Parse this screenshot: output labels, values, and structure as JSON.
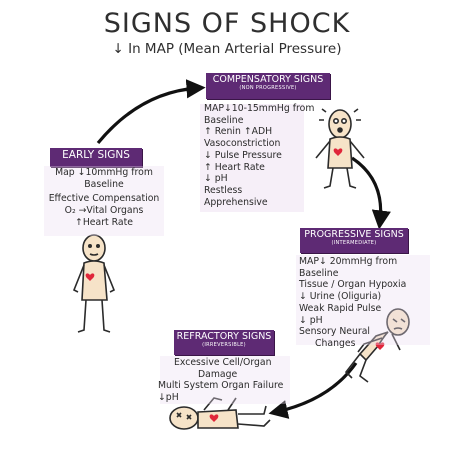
{
  "title": "SIGNS OF SHOCK",
  "subtitle": "↓ In MAP (Mean Arterial Pressure)",
  "stages": {
    "early": {
      "label": "EARLY SIGNS",
      "lines": [
        "Map ↓10mmHg from",
        "Baseline",
        "Effective Compensation",
        "O₂ →Vital Organs",
        "↑Heart Rate"
      ]
    },
    "compensatory": {
      "label": "COMPENSATORY SIGNS",
      "sublabel": "(NON PROGRESSIVE)",
      "lines": [
        "MAP↓10-15mmHg from",
        "Baseline",
        "↑ Renin  ↑ADH",
        "Vasoconstriction",
        "↓ Pulse Pressure",
        "↑ Heart Rate",
        "↓ pH",
        "Restless",
        "Apprehensive"
      ]
    },
    "progressive": {
      "label": "PROGRESSIVE SIGNS",
      "sublabel": "(INTERMEDIATE)",
      "lines": [
        "MAP↓ 20mmHg from",
        "Baseline",
        "Tissue / Organ Hypoxia",
        "↓ Urine (Oliguria)",
        "Weak Rapid Pulse",
        "↓ pH",
        "Sensory Neural",
        "Changes"
      ]
    },
    "refractory": {
      "label": "REFRACTORY SIGNS",
      "sublabel": "(IRREVERSIBLE)",
      "lines": [
        "Excessive Cell/Organ",
        "Damage",
        "Multi System Organ Failure",
        "↓pH"
      ]
    }
  },
  "colors": {
    "label_bg": "#5e2a74",
    "highlight": "#eadcf0",
    "heart": "#e0263a",
    "skin": "#f6e3c8",
    "ink": "#2b2b2b"
  }
}
